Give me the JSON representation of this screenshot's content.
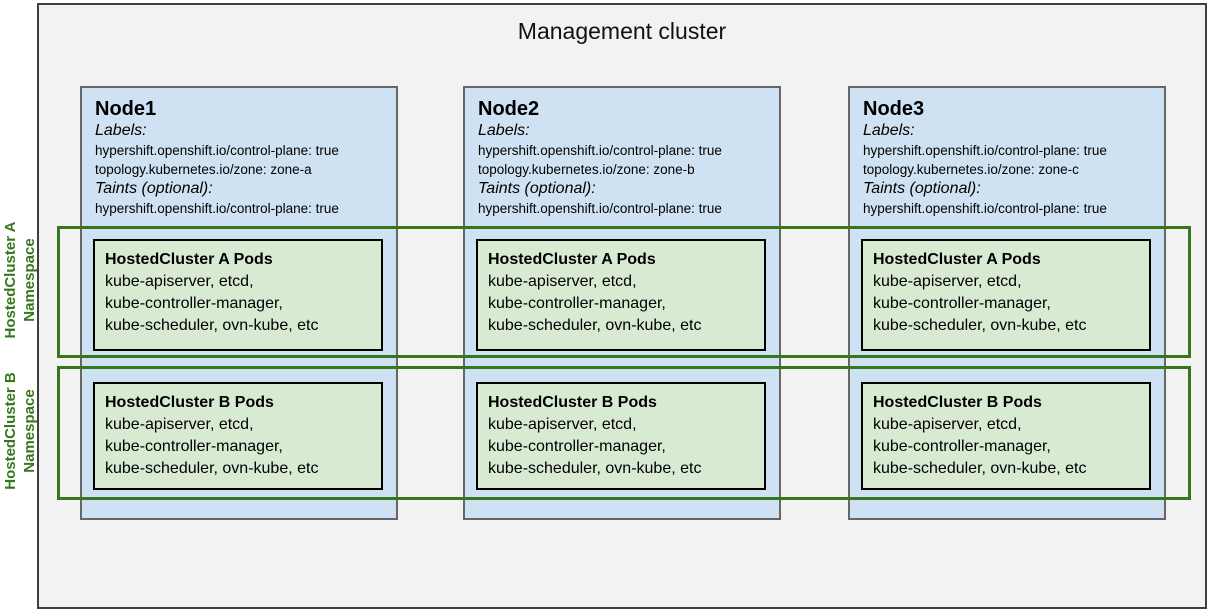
{
  "title": "Management cluster",
  "colors": {
    "canvas_fill": "#f2f2f2",
    "canvas_border": "#3f3f3f",
    "node_fill": "#cfe2f3",
    "node_border": "#666666",
    "pods_fill": "#d9ead3",
    "pods_border": "#000000",
    "namespace_border": "#38761d",
    "namespace_label_text": "#38761d"
  },
  "namespace_overlays": [
    {
      "name": "HostedCluster A",
      "sublabel": "Namespace"
    },
    {
      "name": "HostedCluster B",
      "sublabel": "Namespace"
    }
  ],
  "nodes": [
    {
      "name": "Node1",
      "labels_heading": "Labels:",
      "labels": [
        "hypershift.openshift.io/control-plane: true",
        "topology.kubernetes.io/zone: zone-a"
      ],
      "taints_heading": "Taints (optional):",
      "taints": [
        "hypershift.openshift.io/control-plane: true"
      ],
      "pods": [
        {
          "title": "HostedCluster A Pods",
          "lines": [
            "kube-apiserver, etcd,",
            "kube-controller-manager,",
            "kube-scheduler, ovn-kube, etc"
          ]
        },
        {
          "title": "HostedCluster B Pods",
          "lines": [
            "kube-apiserver, etcd,",
            "kube-controller-manager,",
            "kube-scheduler, ovn-kube, etc"
          ]
        }
      ]
    },
    {
      "name": "Node2",
      "labels_heading": "Labels:",
      "labels": [
        "hypershift.openshift.io/control-plane: true",
        "topology.kubernetes.io/zone: zone-b"
      ],
      "taints_heading": "Taints (optional):",
      "taints": [
        "hypershift.openshift.io/control-plane: true"
      ],
      "pods": [
        {
          "title": "HostedCluster A Pods",
          "lines": [
            "kube-apiserver, etcd,",
            "kube-controller-manager,",
            "kube-scheduler, ovn-kube, etc"
          ]
        },
        {
          "title": "HostedCluster B Pods",
          "lines": [
            "kube-apiserver, etcd,",
            "kube-controller-manager,",
            "kube-scheduler, ovn-kube, etc"
          ]
        }
      ]
    },
    {
      "name": "Node3",
      "labels_heading": "Labels:",
      "labels": [
        "hypershift.openshift.io/control-plane: true",
        "topology.kubernetes.io/zone: zone-c"
      ],
      "taints_heading": "Taints (optional):",
      "taints": [
        "hypershift.openshift.io/control-plane: true"
      ],
      "pods": [
        {
          "title": "HostedCluster A Pods",
          "lines": [
            "kube-apiserver, etcd,",
            "kube-controller-manager,",
            "kube-scheduler, ovn-kube, etc"
          ]
        },
        {
          "title": "HostedCluster B Pods",
          "lines": [
            "kube-apiserver, etcd,",
            "kube-controller-manager,",
            "kube-scheduler, ovn-kube, etc"
          ]
        }
      ]
    }
  ]
}
